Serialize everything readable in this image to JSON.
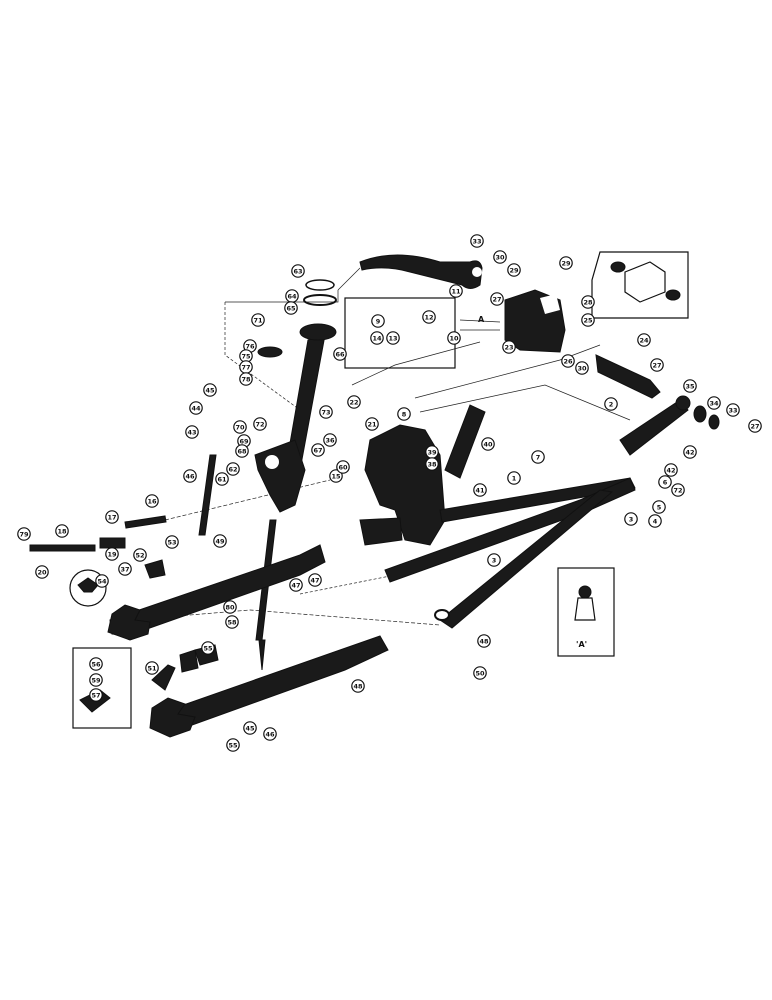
{
  "diagram": {
    "section_marker": "A",
    "inset_fitting_label": "'A'",
    "callouts": [
      {
        "id": "c33",
        "label": "33"
      },
      {
        "id": "c30",
        "label": "30"
      },
      {
        "id": "c29",
        "label": "29"
      },
      {
        "id": "c29b",
        "label": "29"
      },
      {
        "id": "c63",
        "label": "63"
      },
      {
        "id": "c64",
        "label": "64"
      },
      {
        "id": "c65",
        "label": "65"
      },
      {
        "id": "c71",
        "label": "71"
      },
      {
        "id": "c11",
        "label": "11"
      },
      {
        "id": "c12",
        "label": "12"
      },
      {
        "id": "c9",
        "label": "9"
      },
      {
        "id": "c14",
        "label": "14"
      },
      {
        "id": "c13",
        "label": "13"
      },
      {
        "id": "c10",
        "label": "10"
      },
      {
        "id": "c27",
        "label": "27"
      },
      {
        "id": "c23",
        "label": "23"
      },
      {
        "id": "c28",
        "label": "28"
      },
      {
        "id": "c25",
        "label": "25"
      },
      {
        "id": "c24",
        "label": "24"
      },
      {
        "id": "c26",
        "label": "26"
      },
      {
        "id": "c30b",
        "label": "30"
      },
      {
        "id": "c27b",
        "label": "27"
      },
      {
        "id": "c35",
        "label": "35"
      },
      {
        "id": "c34",
        "label": "34"
      },
      {
        "id": "c33b",
        "label": "33"
      },
      {
        "id": "c27c",
        "label": "27"
      },
      {
        "id": "c76",
        "label": "76"
      },
      {
        "id": "c75",
        "label": "75"
      },
      {
        "id": "c77",
        "label": "77"
      },
      {
        "id": "c78",
        "label": "78"
      },
      {
        "id": "c66",
        "label": "66"
      },
      {
        "id": "c44",
        "label": "44"
      },
      {
        "id": "c45",
        "label": "45"
      },
      {
        "id": "c43",
        "label": "43"
      },
      {
        "id": "c70",
        "label": "70"
      },
      {
        "id": "c72",
        "label": "72"
      },
      {
        "id": "c69",
        "label": "69"
      },
      {
        "id": "c68",
        "label": "68"
      },
      {
        "id": "c67",
        "label": "67"
      },
      {
        "id": "c73",
        "label": "73"
      },
      {
        "id": "c22",
        "label": "22"
      },
      {
        "id": "c21",
        "label": "21"
      },
      {
        "id": "c8",
        "label": "8"
      },
      {
        "id": "c40",
        "label": "40"
      },
      {
        "id": "c39",
        "label": "39"
      },
      {
        "id": "c38",
        "label": "38"
      },
      {
        "id": "c36",
        "label": "36"
      },
      {
        "id": "c15",
        "label": "15"
      },
      {
        "id": "c60",
        "label": "60"
      },
      {
        "id": "c61",
        "label": "61"
      },
      {
        "id": "c62",
        "label": "62"
      },
      {
        "id": "c46",
        "label": "46"
      },
      {
        "id": "c47",
        "label": "47"
      },
      {
        "id": "c41",
        "label": "41"
      },
      {
        "id": "c7",
        "label": "7"
      },
      {
        "id": "c2",
        "label": "2"
      },
      {
        "id": "c1",
        "label": "1"
      },
      {
        "id": "c42",
        "label": "42"
      },
      {
        "id": "c42b",
        "label": "42"
      },
      {
        "id": "c3",
        "label": "3"
      },
      {
        "id": "c4",
        "label": "4"
      },
      {
        "id": "c5",
        "label": "5"
      },
      {
        "id": "c6",
        "label": "6"
      },
      {
        "id": "c72b",
        "label": "72"
      },
      {
        "id": "c79",
        "label": "79"
      },
      {
        "id": "c18",
        "label": "18"
      },
      {
        "id": "c17",
        "label": "17"
      },
      {
        "id": "c16",
        "label": "16"
      },
      {
        "id": "c20",
        "label": "20"
      },
      {
        "id": "c19",
        "label": "19"
      },
      {
        "id": "c52",
        "label": "52"
      },
      {
        "id": "c53",
        "label": "53"
      },
      {
        "id": "c49",
        "label": "49"
      },
      {
        "id": "c54",
        "label": "54"
      },
      {
        "id": "c37",
        "label": "37"
      },
      {
        "id": "c47b",
        "label": "47"
      },
      {
        "id": "c80",
        "label": "80"
      },
      {
        "id": "c58",
        "label": "58"
      },
      {
        "id": "c59",
        "label": "59"
      },
      {
        "id": "c56",
        "label": "56"
      },
      {
        "id": "c55",
        "label": "55"
      },
      {
        "id": "c57",
        "label": "57"
      },
      {
        "id": "c51",
        "label": "51"
      },
      {
        "id": "c48",
        "label": "48"
      },
      {
        "id": "c50",
        "label": "50"
      },
      {
        "id": "c45b",
        "label": "45"
      },
      {
        "id": "c46b",
        "label": "46"
      },
      {
        "id": "c55b",
        "label": "55"
      },
      {
        "id": "c3b",
        "label": "3"
      },
      {
        "id": "c48b",
        "label": "48"
      }
    ]
  }
}
